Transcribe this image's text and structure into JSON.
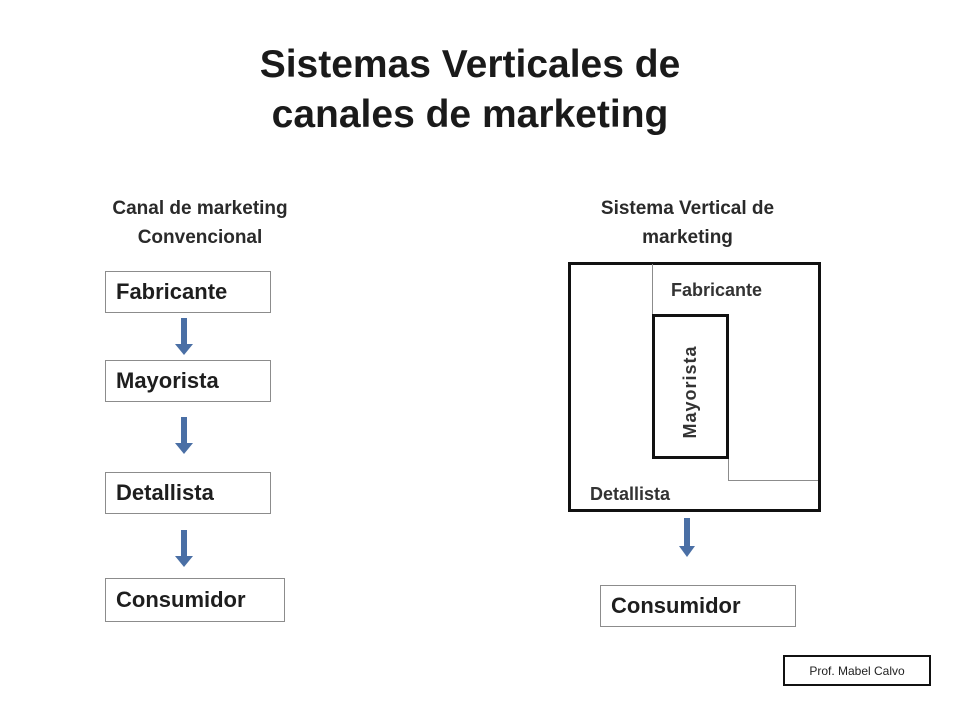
{
  "title": {
    "line1": "Sistemas Verticales de",
    "line2": "canales de marketing"
  },
  "left": {
    "subtitle_line1": "Canal de marketing",
    "subtitle_line2": "Convencional",
    "boxes": [
      "Fabricante",
      "Mayorista",
      "Detallista",
      "Consumidor"
    ]
  },
  "right": {
    "subtitle_line1": "Sistema Vertical de",
    "subtitle_line2": "marketing",
    "fabricante": "Fabricante",
    "mayorista": "Mayorista",
    "detallista": "Detallista",
    "consumidor": "Consumidor"
  },
  "credit": "Prof. Mabel Calvo",
  "colors": {
    "arrow": "#4a6fa5",
    "border": "#111111",
    "box_border": "#8c8c8c"
  }
}
